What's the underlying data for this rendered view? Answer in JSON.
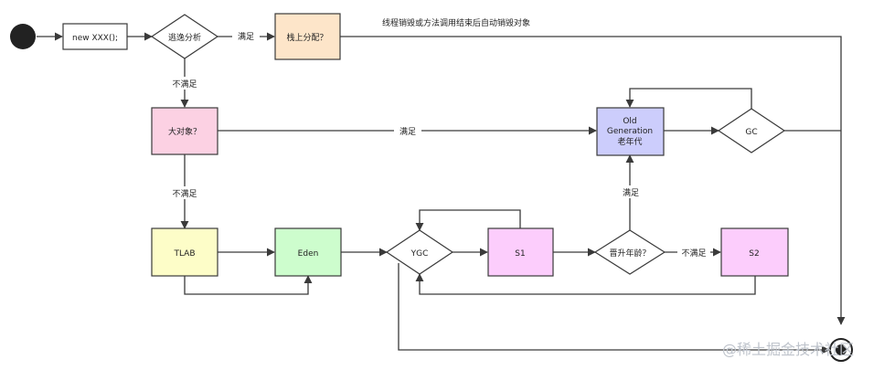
{
  "nodes": {
    "new_obj": "new XXX();",
    "escape": "逃逸分析",
    "stack": "栈上分配？",
    "big": "大对象？",
    "old_line1": "Old",
    "old_line2": "Generation",
    "old_line3": "老年代",
    "gc": "GC",
    "tlab": "TLAB",
    "eden": "Eden",
    "ygc": "YGC",
    "s1": "S1",
    "promote": "晋升年龄？",
    "s2": "S2"
  },
  "edges": {
    "stack_yes": "满足",
    "escape_no": "不满足",
    "big_yes": "满足",
    "big_no": "不满足",
    "promote_yes": "满足",
    "promote_no": "不满足"
  },
  "note": "线程销毁或方法调用结束后自动销毁对象",
  "watermark": "@稀土掘金技术社区",
  "colors": {
    "line": "#3a3a3a",
    "stack_fill": "#fde5c9",
    "big_fill": "#fcd1e3",
    "old_fill": "#cccdfc",
    "tlab_fill": "#fdfdc8",
    "eden_fill": "#cdfdcd",
    "s_fill": "#fccdfc"
  }
}
